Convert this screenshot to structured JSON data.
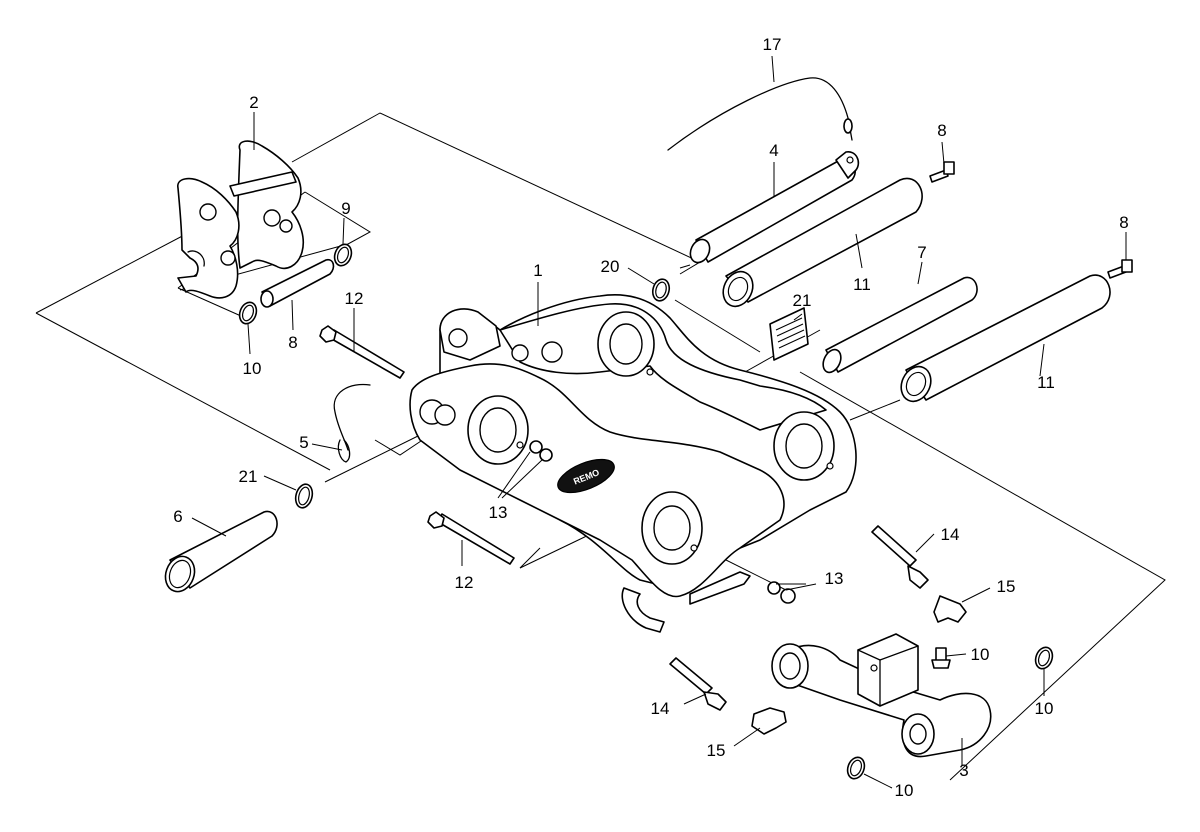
{
  "diagram": {
    "badge_text": "REMO",
    "callouts": [
      {
        "id": "c1",
        "label": "1"
      },
      {
        "id": "c2",
        "label": "2"
      },
      {
        "id": "c3",
        "label": "3"
      },
      {
        "id": "c4",
        "label": "4"
      },
      {
        "id": "c5",
        "label": "5"
      },
      {
        "id": "c6",
        "label": "6"
      },
      {
        "id": "c7",
        "label": "7"
      },
      {
        "id": "c8a",
        "label": "8"
      },
      {
        "id": "c8b",
        "label": "8"
      },
      {
        "id": "c8c",
        "label": "8"
      },
      {
        "id": "c9",
        "label": "9"
      },
      {
        "id": "c10a",
        "label": "10"
      },
      {
        "id": "c10b",
        "label": "10"
      },
      {
        "id": "c10c",
        "label": "10"
      },
      {
        "id": "c10d",
        "label": "10"
      },
      {
        "id": "c11a",
        "label": "11"
      },
      {
        "id": "c11b",
        "label": "11"
      },
      {
        "id": "c12a",
        "label": "12"
      },
      {
        "id": "c12b",
        "label": "12"
      },
      {
        "id": "c13a",
        "label": "13"
      },
      {
        "id": "c13b",
        "label": "13"
      },
      {
        "id": "c14a",
        "label": "14"
      },
      {
        "id": "c14b",
        "label": "14"
      },
      {
        "id": "c15a",
        "label": "15"
      },
      {
        "id": "c15b",
        "label": "15"
      },
      {
        "id": "c17",
        "label": "17"
      },
      {
        "id": "c20",
        "label": "20"
      },
      {
        "id": "c21a",
        "label": "21"
      },
      {
        "id": "c21b",
        "label": "21"
      }
    ]
  }
}
